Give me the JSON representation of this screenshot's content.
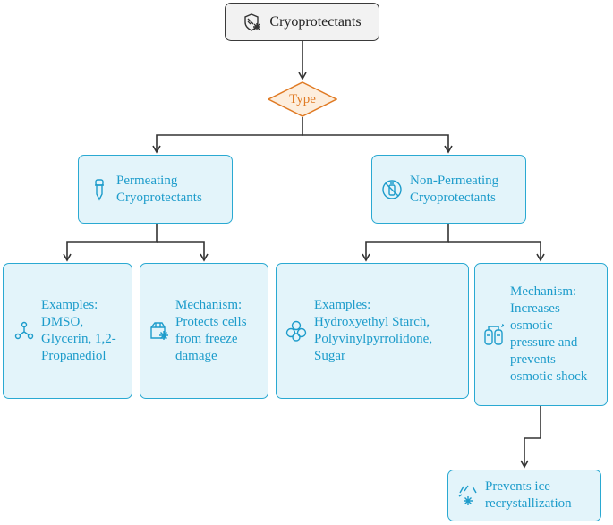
{
  "title": "Cryoprotectants",
  "decision": "Type",
  "colors": {
    "accent": "#2aa9d2",
    "node_fill": "#e3f4fa",
    "decision": "#e07b25",
    "root_fill": "#f2f2f2",
    "edge": "#333333"
  },
  "branches": {
    "permeating": {
      "label": "Permeating\nCryoprotectants",
      "icon": "dropper-icon",
      "examples": {
        "text": "Examples:\nDMSO,\nGlycerin, 1,2-\nPropanediol",
        "icon": "molecule-icon"
      },
      "mechanism": {
        "text": "Mechanism:\nProtects cells\nfrom freeze\ndamage",
        "icon": "box-snowflake-icon"
      }
    },
    "non_permeating": {
      "label": "Non-Permeating\nCryoprotectants",
      "icon": "no-bottle-icon",
      "examples": {
        "text": "Examples:\nHydroxyethyl Starch,\nPolyvinylpyrrolidone,\nSugar",
        "icon": "cells-icon"
      },
      "mechanism": {
        "text": "Mechanism:\nIncreases\nosmotic\npressure and\nprevents\nosmotic shock",
        "icon": "gas-tanks-icon"
      },
      "result": {
        "text": "Prevents ice\nrecrystallization",
        "icon": "ice-snowflake-icon"
      }
    }
  }
}
